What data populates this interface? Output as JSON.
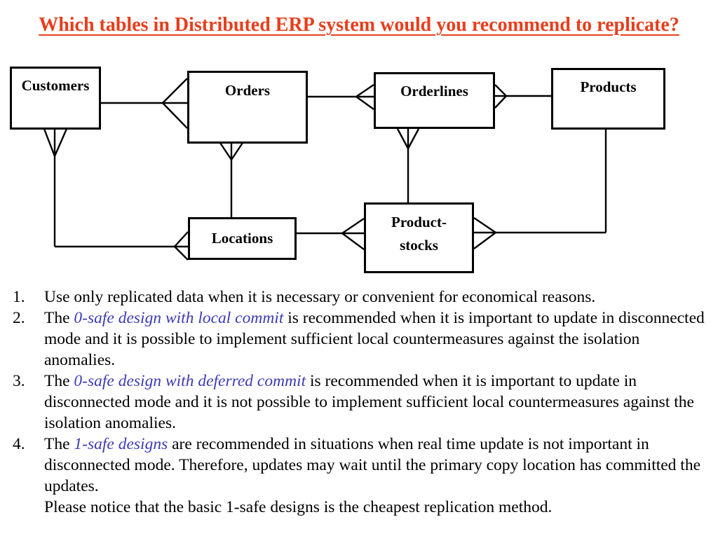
{
  "slide": {
    "title": "Which tables in Distributed ERP system would you recommend to replicate?",
    "title_color": "#e83e1c"
  },
  "diagram": {
    "entities": [
      {
        "id": "customers",
        "label": "Customers"
      },
      {
        "id": "orders",
        "label": "Orders"
      },
      {
        "id": "orderlines",
        "label": "Orderlines"
      },
      {
        "id": "products",
        "label": "Products"
      },
      {
        "id": "locations",
        "label": "Locations"
      },
      {
        "id": "product-stocks",
        "label": "Product-stocks",
        "lines": [
          "Product-",
          "stocks"
        ]
      }
    ],
    "relationships": [
      {
        "from": "Customers",
        "to": "Orders",
        "notation": "crow-foot",
        "many_at": "Orders"
      },
      {
        "from": "Orders",
        "to": "Orderlines",
        "notation": "crow-foot",
        "many_at": "Orderlines"
      },
      {
        "from": "Products",
        "to": "Orderlines",
        "notation": "crow-foot",
        "many_at": "Orderlines"
      },
      {
        "from": "Locations",
        "to": "Customers",
        "notation": "crow-foot",
        "many_at": "Customers"
      },
      {
        "from": "Locations",
        "to": "Orders",
        "notation": "crow-foot",
        "many_at": "Orders"
      },
      {
        "from": "Orderlines",
        "to": "Product-stocks",
        "notation": "crow-foot",
        "many_at": "Orderlines"
      },
      {
        "from": "Locations",
        "to": "Product-stocks",
        "notation": "crow-foot",
        "many_at": "Product-stocks"
      },
      {
        "from": "Products",
        "to": "Product-stocks",
        "notation": "crow-foot",
        "many_at": "Product-stocks"
      }
    ]
  },
  "notes": {
    "em_color": "#3d3bb3",
    "items": [
      {
        "number": "1.",
        "segments": [
          {
            "style": "normal",
            "text": "Use only replicated data when it is necessary or convenient for economical reasons."
          }
        ]
      },
      {
        "number": "2.",
        "segments": [
          {
            "style": "normal",
            "text": "The "
          },
          {
            "style": "em",
            "text": "0-safe design with local commit"
          },
          {
            "style": "normal",
            "text": " is recommended when it is important to update in disconnected mode and it is possible to implement sufficient local countermeasures against the isolation anomalies."
          }
        ]
      },
      {
        "number": "3.",
        "segments": [
          {
            "style": "normal",
            "text": "The "
          },
          {
            "style": "em",
            "text": "0-safe design with deferred commit"
          },
          {
            "style": "normal",
            "text": " is recommended when it is important to update in disconnected mode and it is not possible to implement sufficient local countermeasures against the isolation anomalies."
          }
        ]
      },
      {
        "number": "4.",
        "segments": [
          {
            "style": "normal",
            "text": "The "
          },
          {
            "style": "em",
            "text": "1-safe designs"
          },
          {
            "style": "normal",
            "text": " are recommended in situations when real time update is not important in disconnected mode. Therefore, updates may wait until the primary copy location has committed the updates."
          }
        ],
        "tail": "Please notice that the basic 1-safe designs is the cheapest replication method."
      }
    ]
  }
}
